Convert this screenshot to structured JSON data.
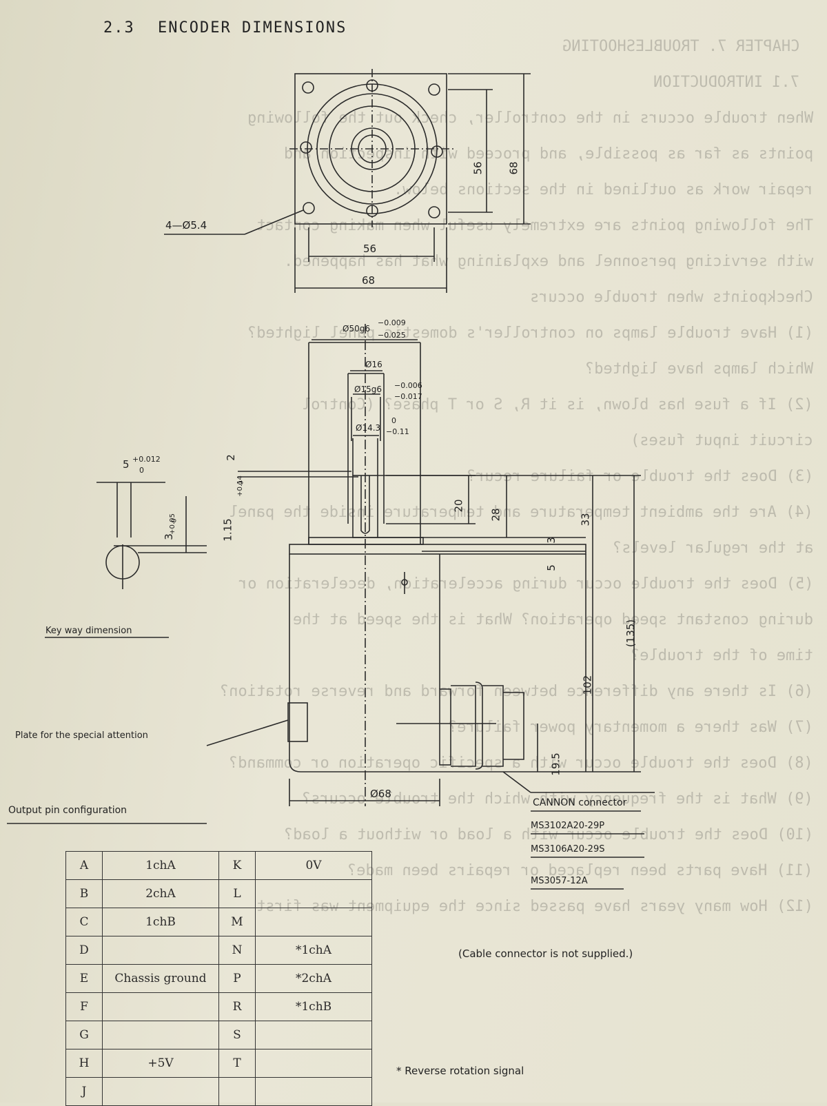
{
  "section": {
    "number": "2.3",
    "title": "ENCODER DIMENSIONS"
  },
  "front_view": {
    "hole_callout": "4—Ø5.4",
    "dim_hole_spacing_h": "56",
    "dim_flange_width": "68",
    "dim_hole_spacing_v": "56",
    "dim_flange_height": "68"
  },
  "side_view": {
    "dia_flange_spigot": "Ø50g6",
    "tol_spigot_upper": "−0.009",
    "tol_spigot_lower": "−0.025",
    "dia_boss": "Ø16",
    "dia_shaft": "Ø15g6",
    "tol_shaft_upper": "−0.006",
    "tol_shaft_lower": "−0.017",
    "dia_key": "Ø14.3",
    "tol_key_upper": "0",
    "tol_key_lower": "−0.11",
    "dim_2": "2",
    "dim_1_15": "1.15",
    "tol_1_15_upper": "+0.14",
    "tol_1_15_lower": "0",
    "dim_20": "20",
    "dim_28": "28",
    "dim_33": "33",
    "dim_3": "3",
    "dim_5": "5",
    "dim_135": "(135)",
    "dim_102": "102",
    "dim_19_5": "19.5",
    "dia_body": "Ø68",
    "plate_label": "Plate for the special attention",
    "connector": [
      "CANNON connector",
      "MS3102A20-29P",
      "MS3106A20-29S",
      "MS3057-12A"
    ]
  },
  "keyway": {
    "dim_width": "5",
    "tol_width_upper": "+0.012",
    "tol_width_lower": "0",
    "dim_depth": "3",
    "tol_depth_upper": "+0.05",
    "tol_depth_lower": "0",
    "label": "Key way dimension"
  },
  "pin_config": {
    "title": "Output pin configuration",
    "rows": [
      [
        "A",
        "1chA",
        "K",
        "0V"
      ],
      [
        "B",
        "2chA",
        "L",
        ""
      ],
      [
        "C",
        "1chB",
        "M",
        ""
      ],
      [
        "D",
        "",
        "N",
        "*1chA"
      ],
      [
        "E",
        "Chassis ground",
        "P",
        "*2chA"
      ],
      [
        "F",
        "",
        "R",
        "*1chB"
      ],
      [
        "G",
        "",
        "S",
        ""
      ],
      [
        "H",
        "+5V",
        "T",
        ""
      ],
      [
        "J",
        "",
        "",
        ""
      ]
    ]
  },
  "notes": {
    "cable": "(Cable connector is not supplied.)",
    "reverse": "* Reverse rotation signal"
  },
  "bleed_through": [
    "CHAPTER 7.  TROUBLESHOOTING",
    "7.1  INTRODUCTION",
    "When trouble occurs in the controller, check out the following",
    "points as far as possible, and proceed with inspection and",
    "repair work as outlined in the sections below.",
    "The following points are extremely useful when making contact",
    "with servicing personnel and explaining what has happened.",
    "Checkpoints when trouble occurs",
    "(1)  Have trouble lamps on controller's domestic panel lighted?",
    "     Which lamps have lighted?",
    "(2)  If a fuse has blown, is it R, S or T phase?  (Control",
    "     circuit input fuses)",
    "(3)  Does the trouble or failure recur?",
    "(4)  Are the ambient temperature and temperature inside the panel",
    "     at the regular levels?",
    "(5)  Does the trouble occur during acceleration, deceleration or",
    "     during constant speed operation?  What is the speed at the",
    "     time of the trouble?",
    "(6)  Is there any difference between forward and reverse rotation?",
    "(7)  Was there a momentary power failure?",
    "(8)  Does the trouble occur with a specific operation or command?",
    "(9)  What is the frequency with which the trouble occurs?",
    "(10) Does the trouble occur with a load or without a load?",
    "(11) Have parts been replaced or repairs been made?",
    "(12) How many years have passed since the equipment was first"
  ]
}
